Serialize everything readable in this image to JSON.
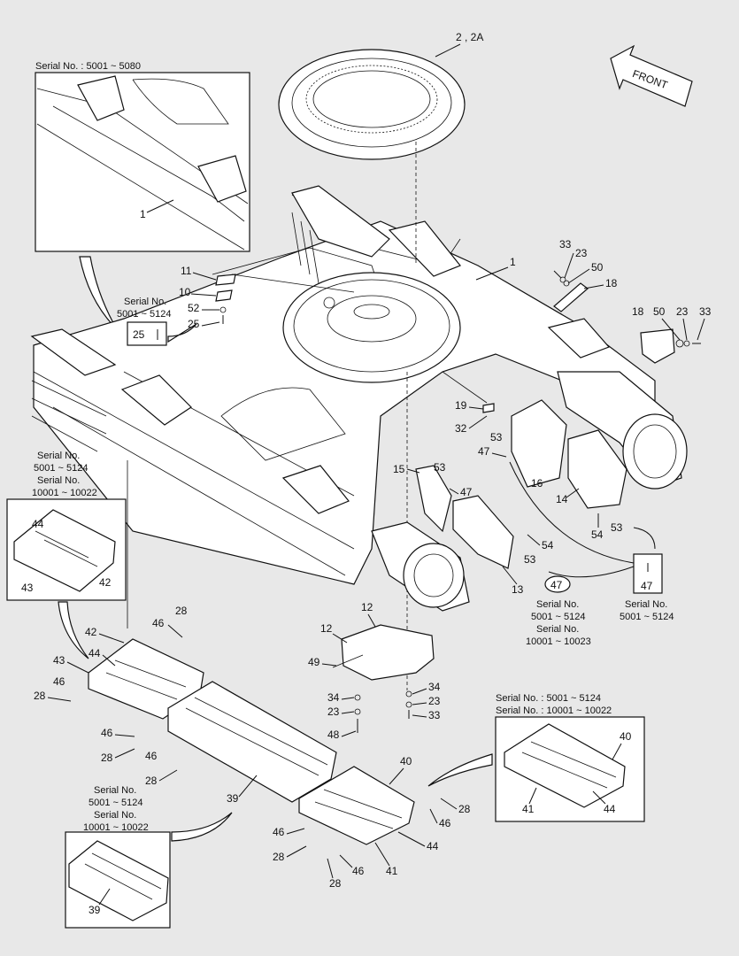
{
  "front_label": "FRONT",
  "captions": {
    "inset_top": "Serial No. : 5001 ~ 5080",
    "inset_25_a": "Serial No.",
    "inset_25_b": "5001 ~ 5124",
    "left_a": "Serial No.",
    "left_b": "5001 ~ 5124",
    "left_c": "Serial No.",
    "left_d": "10001 ~ 10022",
    "mid_a": "Serial No.",
    "mid_b": "5001 ~ 5124",
    "mid_c": "Serial No.",
    "mid_d": "10001 ~ 10023",
    "right47_a": "Serial No.",
    "right47_b": "5001 ~ 5124",
    "br_a": "Serial No. : 5001 ~ 5124",
    "br_b": "Serial No. : 10001 ~ 10022",
    "bl_a": "Serial No.",
    "bl_b": "5001 ~ 5124",
    "bl_c": "Serial No.",
    "bl_d": "10001 ~ 10022"
  },
  "labels": {
    "p2": "2 , 2A",
    "p1_inset": "1",
    "p1_main": "1",
    "p11": "11",
    "p10": "10",
    "p52": "52",
    "p25": "25",
    "p25_box": "25",
    "p33a": "33",
    "p23a": "23",
    "p50a": "50",
    "p18a": "18",
    "p18b": "18",
    "p50b": "50",
    "p23b": "23",
    "p33b": "33",
    "p19": "19",
    "p32": "32",
    "p53a": "53",
    "p47a": "47",
    "p16": "16",
    "p14": "14",
    "p15": "15",
    "p53b": "53",
    "p47b": "47",
    "p54a": "54",
    "p53c": "53",
    "p54b": "54",
    "p53d": "53",
    "p13": "13",
    "p47_circ": "47",
    "p47_box": "47",
    "p44_in": "44",
    "p43_in": "43",
    "p42_in": "42",
    "p28a": "28",
    "p46a": "46",
    "p42": "42",
    "p43": "43",
    "p44": "44",
    "p46b": "46",
    "p28b": "28",
    "p46c": "46",
    "p28c": "28",
    "p46d": "46",
    "p28d": "28",
    "p12a": "12",
    "p12b": "12",
    "p49": "49",
    "p34a": "34",
    "p23c": "23",
    "p48": "48",
    "p34b": "34",
    "p23d": "23",
    "p33c": "33",
    "p40": "40",
    "p39": "39",
    "p28e": "28",
    "p46e": "46",
    "p46f": "46",
    "p28f": "28",
    "p44b": "44",
    "p41": "41",
    "p46g": "46",
    "p28g": "28",
    "p40_in": "40",
    "p41_in": "41",
    "p44_in2": "44",
    "p39_in": "39"
  }
}
